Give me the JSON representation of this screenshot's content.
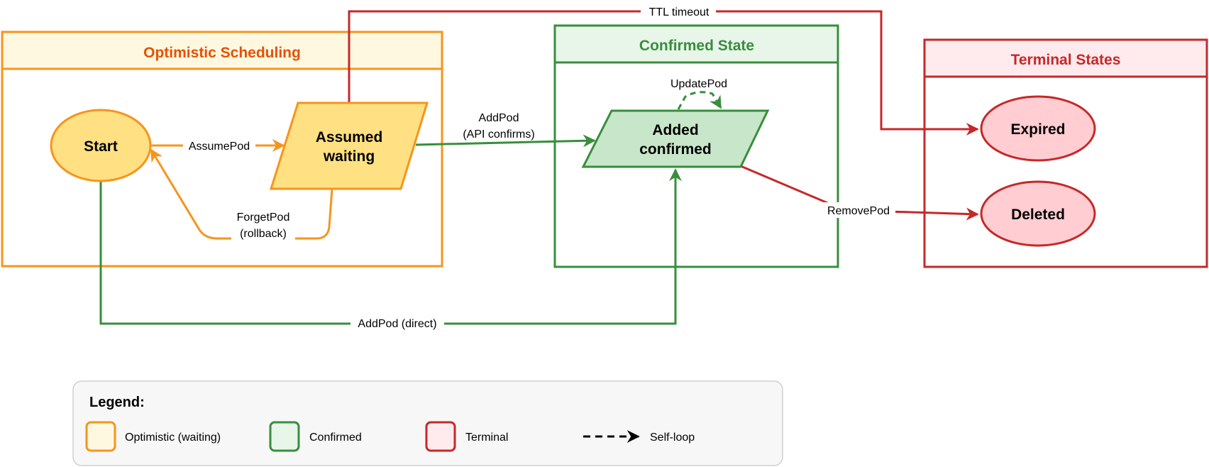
{
  "colors": {
    "orange": "#f7941d",
    "orange_fill": "#fff8e1",
    "orange_node": "#ffe082",
    "orange_title": "#e65100",
    "green": "#388e3c",
    "green_fill": "#e8f5e9",
    "green_node": "#c8e6c9",
    "red": "#c62828",
    "red_fill": "#ffebee",
    "red_node": "#ffcdd2"
  },
  "groups": {
    "optimistic": {
      "title": "Optimistic Scheduling"
    },
    "confirmed": {
      "title": "Confirmed State"
    },
    "terminal": {
      "title": "Terminal States"
    }
  },
  "nodes": {
    "start": {
      "label": "Start",
      "shape": "ellipse"
    },
    "assumed": {
      "line1": "Assumed",
      "line2": "waiting",
      "shape": "parallelogram"
    },
    "added": {
      "line1": "Added",
      "line2": "confirmed",
      "shape": "parallelogram"
    },
    "expired": {
      "label": "Expired",
      "shape": "ellipse"
    },
    "deleted": {
      "label": "Deleted",
      "shape": "ellipse"
    }
  },
  "edges": {
    "assume_pod": {
      "label": "AssumePod",
      "from": "Start",
      "to": "Assumed waiting"
    },
    "forget_pod": {
      "line1": "ForgetPod",
      "line2": "(rollback)",
      "from": "Assumed waiting",
      "to": "Start"
    },
    "add_pod_api": {
      "line1": "AddPod",
      "line2": "(API confirms)",
      "from": "Assumed waiting",
      "to": "Added confirmed"
    },
    "update_pod": {
      "label": "UpdatePod",
      "from": "Added confirmed",
      "to": "Added confirmed",
      "style": "dashed"
    },
    "ttl_timeout": {
      "label": "TTL timeout",
      "from": "Assumed waiting",
      "to": "Expired"
    },
    "remove_pod": {
      "label": "RemovePod",
      "from": "Added confirmed",
      "to": "Deleted"
    },
    "add_pod_direct": {
      "label": "AddPod (direct)",
      "from": "Start",
      "to": "Added confirmed"
    }
  },
  "legend": {
    "title": "Legend:",
    "optimistic": "Optimistic (waiting)",
    "confirmed": "Confirmed",
    "terminal": "Terminal",
    "self_loop": "Self-loop"
  }
}
